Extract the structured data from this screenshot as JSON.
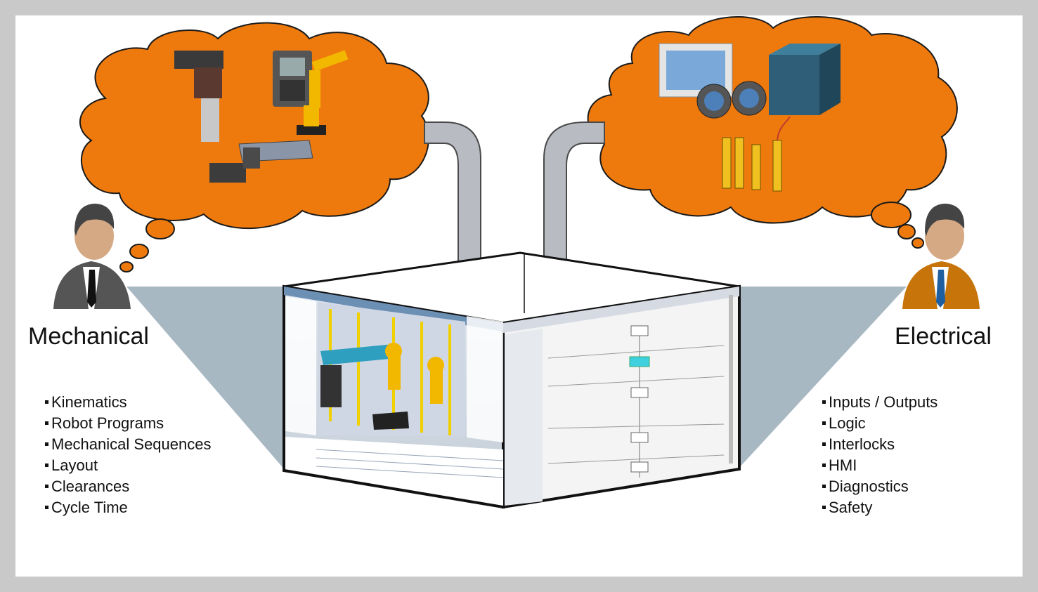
{
  "mechanical": {
    "title": "Mechanical",
    "items": [
      "Kinematics",
      "Robot Programs",
      "Mechanical Sequences",
      "Layout",
      "Clearances",
      "Cycle Time"
    ]
  },
  "electrical": {
    "title": "Electrical",
    "items": [
      "Inputs / Outputs",
      "Logic",
      "Interlocks",
      "HMI",
      "Diagnostics",
      "Safety"
    ]
  },
  "colors": {
    "cloud": "#ee7a0e",
    "beam": "#9eb0bc",
    "arrow": "#b8bcc2",
    "frame": "#c9c9c9"
  },
  "icons": {
    "mechanical_person": "engineer-avatar-gray-suit",
    "electrical_person": "engineer-avatar-orange-suit",
    "mechanical_cloud": "mechanical-components-cloud",
    "electrical_cloud": "electrical-components-cloud"
  }
}
